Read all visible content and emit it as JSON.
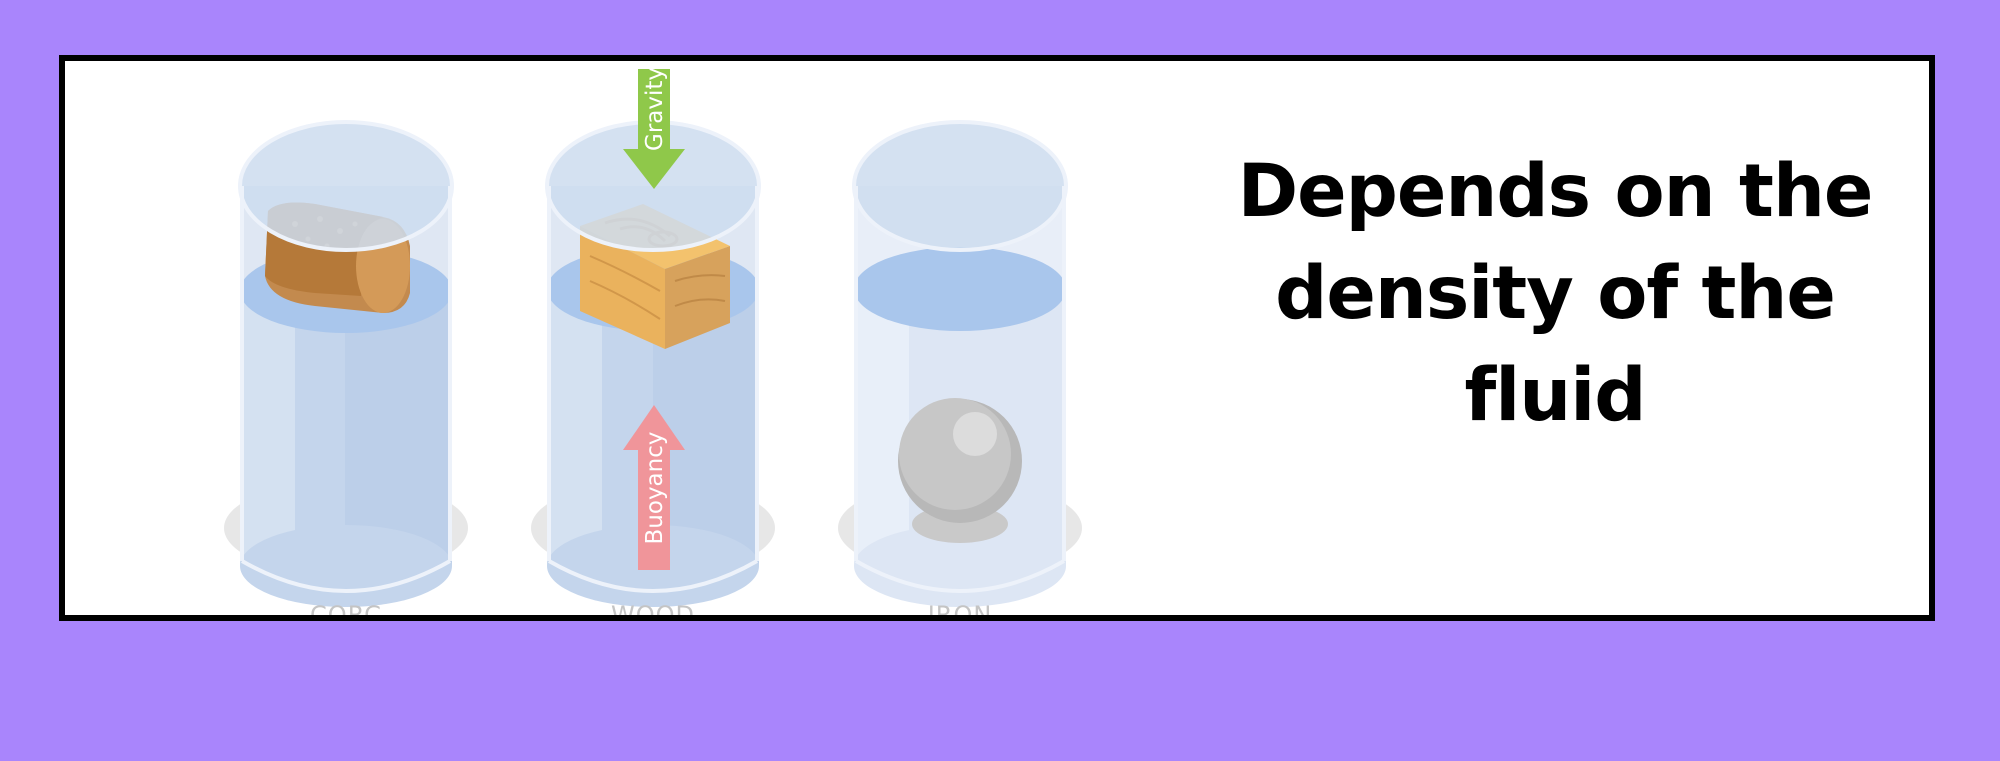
{
  "headline": "Depends on the density of the fluid",
  "glasses": [
    {
      "label": "CORC",
      "object": "cork-piece"
    },
    {
      "label": "WOOD",
      "object": "wood-block"
    },
    {
      "label": "IRON",
      "object": "iron-ball"
    }
  ],
  "forces": {
    "gravity": "Gravity",
    "buoyancy": "Buoyancy"
  },
  "colors": {
    "background": "#a985fc",
    "gravity_arrow": "#8fc84a",
    "buoyancy_arrow": "#f0959a",
    "water": "#a9c6ec"
  }
}
